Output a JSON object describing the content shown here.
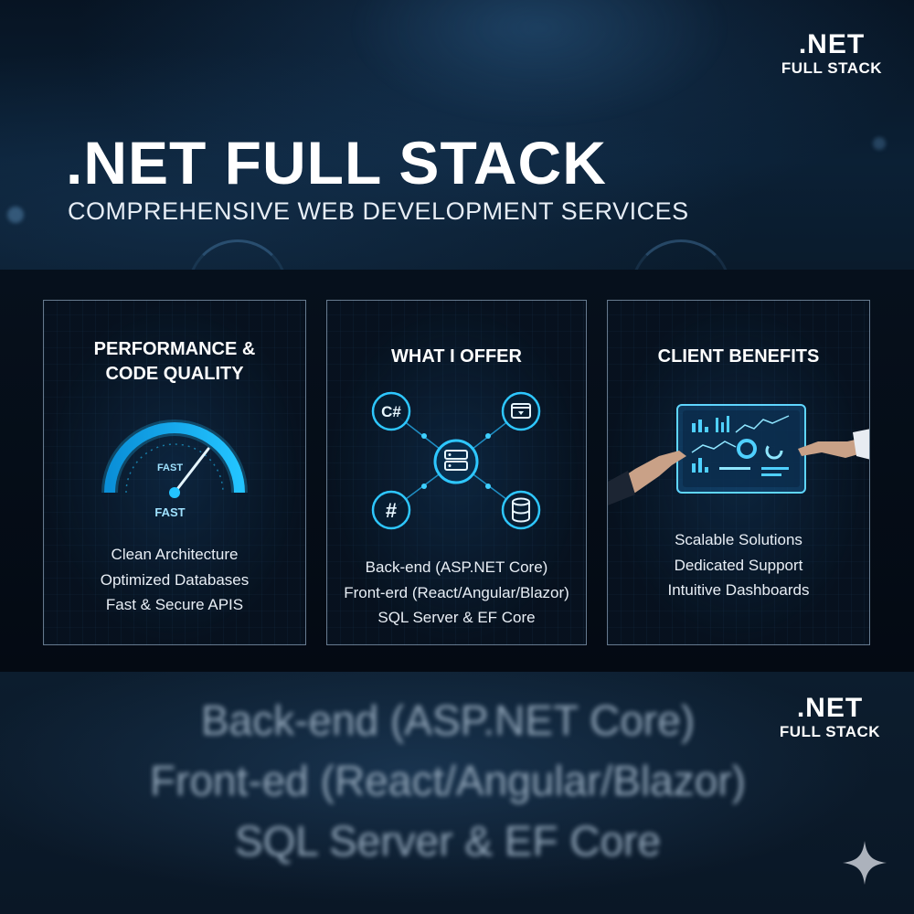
{
  "header": {
    "title": ".NET FULL STACK",
    "subtitle": "COMPREHENSIVE WEB DEVELOPMENT SERVICES"
  },
  "logo": {
    "line1": ".NET",
    "line2": "FULL STACK"
  },
  "panels": [
    {
      "heading_line1": "PERFORMANCE &",
      "heading_line2": "CODE QUALITY",
      "gauge_labels": [
        "FAST",
        "FAST"
      ],
      "items": [
        "Clean Architecture",
        "Optimized Databases",
        "Fast & Secure APIS"
      ]
    },
    {
      "heading": "WHAT I OFFER",
      "icons": [
        "csharp-icon",
        "browser-window-icon",
        "server-icon",
        "hash-icon",
        "database-icon"
      ],
      "items": [
        "Back-end (ASP.NET Core)",
        "Front-erd (React/Angular/Blazor)",
        "SQL Server & EF Core"
      ]
    },
    {
      "heading": "CLIENT BENEFITS",
      "items": [
        "Scalable Solutions",
        "Dedicated Support",
        "Intuitive Dashboards"
      ]
    }
  ],
  "footer": {
    "blurred_items": [
      "Back-end (ASP.NET Core)",
      "Front-ed (React/Angular/Blazor)",
      "SQL Server & EF Core"
    ]
  },
  "colors": {
    "accent": "#1fb6ff",
    "background": "#050b14",
    "panel_border": "#b4cde6"
  }
}
